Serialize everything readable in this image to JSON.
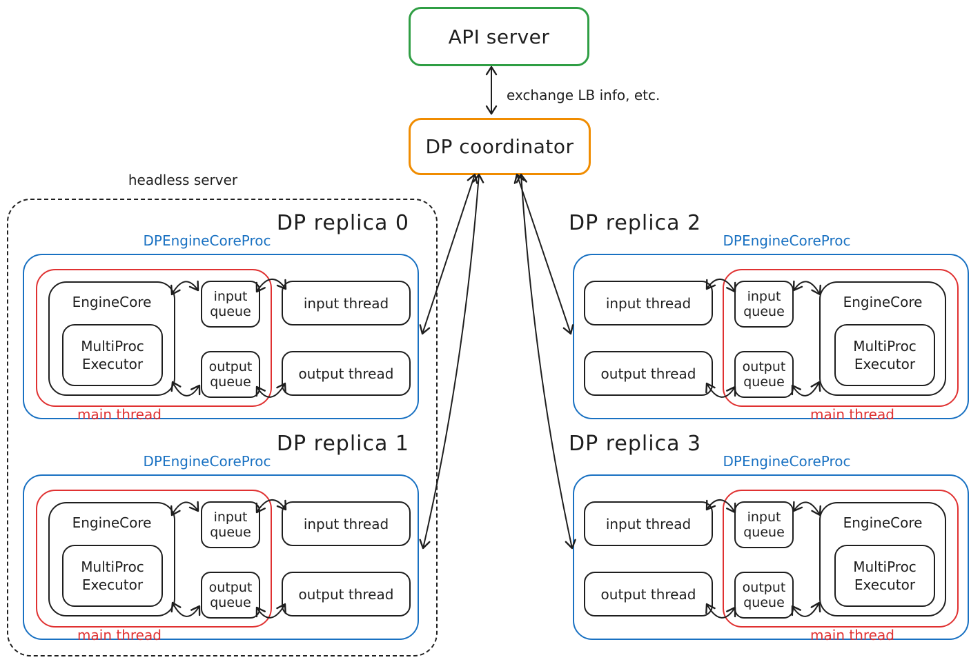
{
  "colors": {
    "ink": "#1e1e1e",
    "api_server_border": "#2f9e44",
    "coordinator_border": "#f08c00",
    "proc_blue": "#1971c2",
    "main_thread_red": "#e03131",
    "background": "#ffffff"
  },
  "api_server": {
    "label": "API server"
  },
  "dp_coordinator": {
    "label": "DP coordinator"
  },
  "exchange_arrow_label": "exchange LB info, etc.",
  "headless_server": {
    "label": "headless server"
  },
  "replicas": [
    {
      "title": "DP replica 0",
      "proc_label": "DPEngineCoreProc",
      "engine_core": "EngineCore",
      "executor": "MultiProc Executor",
      "input_queue": "input queue",
      "output_queue": "output queue",
      "input_thread": "input thread",
      "output_thread": "output thread",
      "main_thread": "main thread"
    },
    {
      "title": "DP replica 1",
      "proc_label": "DPEngineCoreProc",
      "engine_core": "EngineCore",
      "executor": "MultiProc Executor",
      "input_queue": "input queue",
      "output_queue": "output queue",
      "input_thread": "input thread",
      "output_thread": "output thread",
      "main_thread": "main thread"
    },
    {
      "title": "DP replica 2",
      "proc_label": "DPEngineCoreProc",
      "engine_core": "EngineCore",
      "executor": "MultiProc Executor",
      "input_queue": "input queue",
      "output_queue": "output queue",
      "input_thread": "input thread",
      "output_thread": "output thread",
      "main_thread": "main thread"
    },
    {
      "title": "DP replica 3",
      "proc_label": "DPEngineCoreProc",
      "engine_core": "EngineCore",
      "executor": "MultiProc Executor",
      "input_queue": "input queue",
      "output_queue": "output queue",
      "input_thread": "input thread",
      "output_thread": "output thread",
      "main_thread": "main thread"
    }
  ]
}
